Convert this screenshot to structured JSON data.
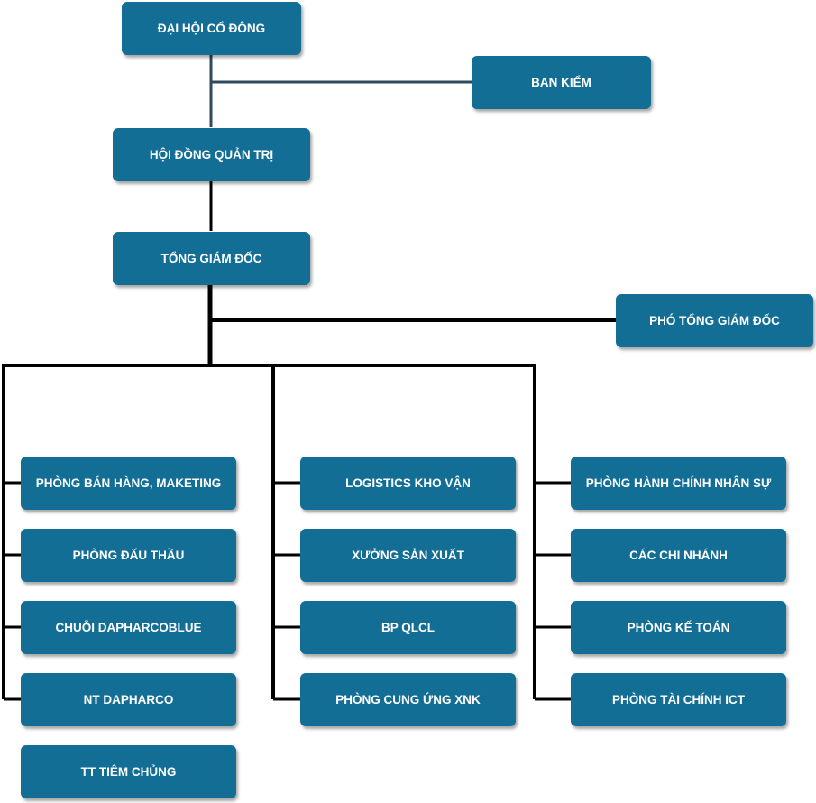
{
  "org_chart": {
    "nodes": {
      "dai_hoi_co_dong": "ĐẠI HỘI CỔ ĐÔNG",
      "ban_kiem": "BAN KIỂM",
      "hoi_dong_quan_tri": "HỘI ĐỒNG QUẢN TRỊ",
      "tong_giam_doc": "TỔNG GIÁM ĐỐC",
      "pho_tong_giam_doc": "PHÓ TỔNG GIÁM ĐỐC"
    },
    "group_left": [
      "PHÒNG BÁN HÀNG, MAKETING",
      "PHÒNG ĐẤU THẦU",
      "CHUỖI DAPHARCOBLUE",
      "NT DAPHARCO",
      "TT TIÊM CHỦNG"
    ],
    "group_middle": [
      "LOGISTICS KHO VẬN",
      "XƯỞNG SẢN XUẤT",
      "BP QLCL",
      "PHÒNG CUNG ỨNG XNK"
    ],
    "group_right": [
      "PHÒNG HÀNH CHÍNH NHÂN SỰ",
      "CÁC CHI NHÁNH",
      "PHÒNG KẾ TOÁN",
      "PHÒNG TÀI CHÍNH ICT"
    ],
    "colors": {
      "box": "#136e96",
      "text": "#ffffff",
      "thin_line": "#2e4a5c",
      "thick_line": "#000000"
    }
  }
}
